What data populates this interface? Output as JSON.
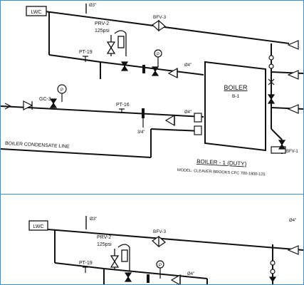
{
  "colors": {
    "line": "#111111",
    "frame_border": "#3d8fcf",
    "background": "#ffffff"
  },
  "top_section": {
    "lwc_tag": "LWC",
    "pipe_size_top": "Ø3\"",
    "prv": {
      "name": "PRV-2",
      "pressure": "125psi"
    },
    "bfv_top": "BFV-3",
    "pt_upper": "PT-19",
    "pressure_gauge_symbol": "P",
    "pipe_size_upper": "Ø4\"",
    "boiler": {
      "title": "BOILER",
      "tag": "B-1"
    },
    "gauge_left_symbol": "P",
    "gc_tag": "GC-3",
    "pt_lower": "PT-16",
    "fitting_size": "3/4\"",
    "pipe_size_lower": "Ø4\"",
    "condensate_line": "BOILER CONDENSATE LINE",
    "bfv_right": "BFV-1",
    "boiler_caption": "BOILER - 1 (DUTY)",
    "boiler_model": "MODEL: CLEAVER BROOKS CFC 700-1800-125"
  },
  "bottom_section": {
    "lwc_tag": "LWC",
    "pipe_size_top": "Ø3\"",
    "prv": {
      "name": "PRV-2",
      "pressure": "125psi"
    },
    "bfv_top": "BFV-3",
    "pt_upper": "PT-19",
    "pressure_gauge_symbol": "P",
    "pipe_size_upper": "Ø4\"",
    "pipe_size_right": "Ø4\""
  }
}
